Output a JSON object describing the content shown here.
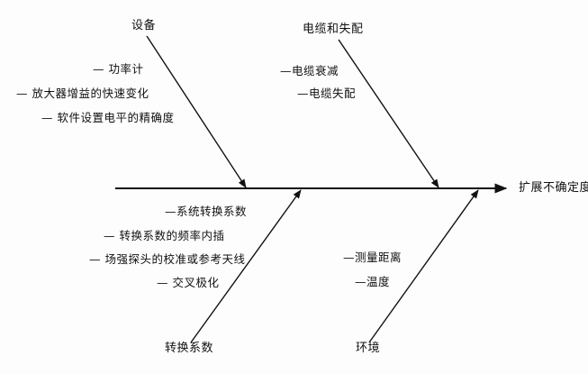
{
  "diagram": {
    "effect": "扩展不确定度",
    "categories": {
      "equipment": {
        "label": "设备",
        "causes": [
          "— 功率计",
          "— 放大器增益的快速变化",
          "— 软件设置电平的精确度"
        ]
      },
      "cable": {
        "label": "电缆和失配",
        "causes": [
          "—电缆衰减",
          "—电缆失配"
        ]
      },
      "conversion": {
        "label": "转换系数",
        "causes": [
          "—系统转换系数",
          "— 转换系数的频率内插",
          "— 场强探头的校准或参考天线",
          "— 交叉极化"
        ]
      },
      "environment": {
        "label": "环境",
        "causes": [
          "—测量距离",
          "—温度"
        ]
      }
    }
  }
}
